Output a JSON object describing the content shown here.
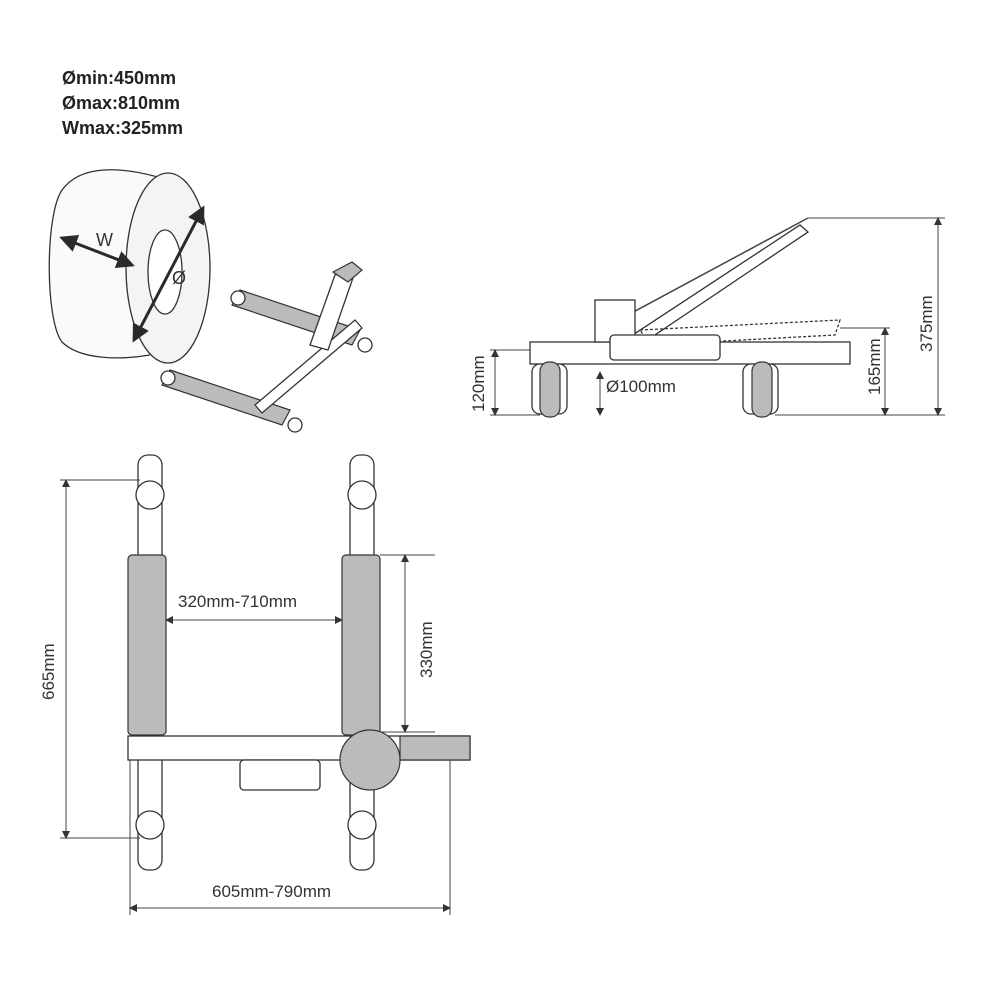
{
  "specs": {
    "min_diameter": "Ømin:450mm",
    "max_diameter": "Ømax:810mm",
    "max_width": "Wmax:325mm"
  },
  "tire_labels": {
    "width": "W",
    "diameter": "Ø"
  },
  "side_view": {
    "frame_height": "120mm",
    "wheel_diameter": "Ø100mm",
    "lift_height": "165mm",
    "total_height": "375mm"
  },
  "top_view": {
    "length": "665mm",
    "arm_spacing": "320mm-710mm",
    "roller_length": "330mm",
    "width": "605mm-790mm"
  },
  "colors": {
    "line": "#333333",
    "roller": "#bbbbbb"
  }
}
